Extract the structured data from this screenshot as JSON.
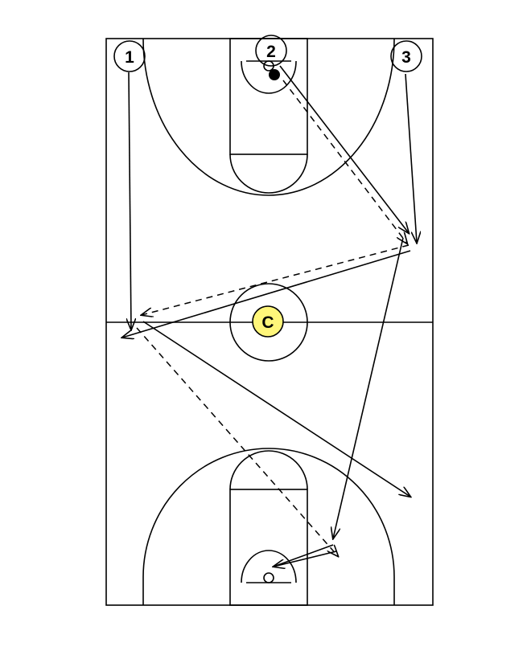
{
  "players": [
    {
      "id": "p1",
      "label": "1"
    },
    {
      "id": "p2",
      "label": "2"
    },
    {
      "id": "p3",
      "label": "3"
    }
  ],
  "coach": {
    "label": "C",
    "fill": "#FFF67A"
  },
  "colors": {
    "line": "#000000",
    "background": "#FFFFFF"
  }
}
